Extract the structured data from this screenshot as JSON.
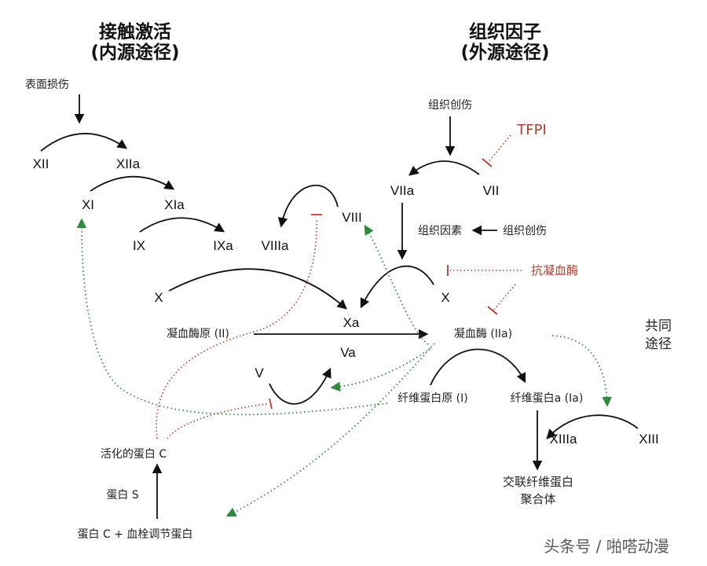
{
  "titles": {
    "intrinsic_main": "接触激活",
    "intrinsic_sub": "(内源途径)",
    "extrinsic_main": "组织因子",
    "extrinsic_sub": "(外源途径)",
    "common": [
      "共同",
      "途径"
    ]
  },
  "triggers": {
    "surface_damage": "表面损伤",
    "tissue_injury": "组织创伤",
    "tissue_injury_2": "组织创伤"
  },
  "inhibitors": {
    "tfpi": "TFPI",
    "antithrombin": "抗凝血酶"
  },
  "factors": {
    "xii": "XII",
    "xiia": "XIIa",
    "xi": "XI",
    "xia": "XIa",
    "ix": "IX",
    "ixa": "IXa",
    "viii": "VIII",
    "viiia": "VIIIa",
    "x_left": "X",
    "xa": "Xa",
    "v": "V",
    "va": "Va",
    "viia": "VIIa",
    "vii": "VII",
    "tissue_factor": "组织因素",
    "x_right": "X",
    "prothrombin": "凝血酶原 (II)",
    "thrombin": "凝血酶 (IIa)",
    "fibrinogen": "纤维蛋白原 (I)",
    "fibrin": "纤维蛋白a (Ia)",
    "xiiia": "XIIIa",
    "xiii": "XIII",
    "crosslinked": [
      "交联纤维蛋白",
      "聚合体"
    ]
  },
  "protein_c": {
    "activated": "活化的蛋白 C",
    "protein_s": "蛋白 S",
    "complex": "蛋白 C + 血栓调节蛋白"
  },
  "watermark": "头条号 / 啪嗒动漫",
  "colors": {
    "activation": "#111111",
    "inhibition": "#c0392b",
    "feedback": "#2e8b3e"
  }
}
